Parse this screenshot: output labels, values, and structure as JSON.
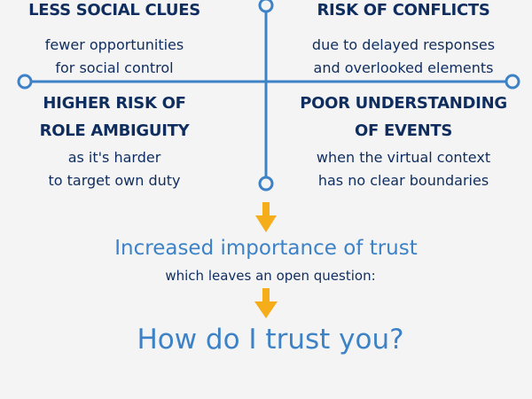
{
  "quadrants": {
    "top_left": {
      "title": "LESS SOCIAL CLUES",
      "lines": [
        "fewer opportunities",
        "for social control"
      ]
    },
    "top_right": {
      "title": "RISK OF CONFLICTS",
      "lines": [
        "due to delayed responses",
        "and overlooked elements"
      ]
    },
    "bottom_left": {
      "title": [
        "HIGHER RISK OF",
        "ROLE AMBIGUITY"
      ],
      "lines": [
        "as it's harder",
        "to target own duty"
      ]
    },
    "bottom_right": {
      "title": [
        "POOR UNDERSTANDING",
        "OF EVENTS"
      ],
      "lines": [
        "when the virtual context",
        "has no clear boundaries"
      ]
    }
  },
  "conclusion": {
    "headline": "Increased importance of trust",
    "subline": "which leaves an open question:",
    "question": "How do I trust you?"
  },
  "colors": {
    "navy": "#0f2d5e",
    "blue": "#3d82c6",
    "arrow": "#f5ad1a",
    "background": "#f4f4f4"
  }
}
